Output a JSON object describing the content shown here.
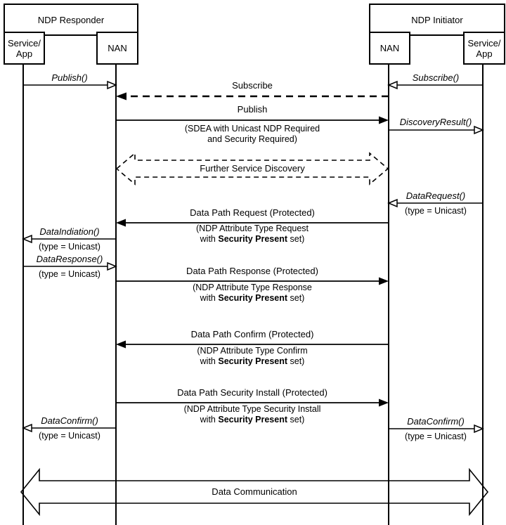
{
  "colors": {
    "line": "#000000",
    "background": "#ffffff"
  },
  "actors": {
    "responder": {
      "title": "NDP Responder",
      "service_app": "Service/\nApp",
      "nan": "NAN"
    },
    "initiator": {
      "title": "NDP Initiator",
      "nan": "NAN",
      "service_app": "Service/\nApp"
    }
  },
  "shared": {
    "type_unicast": "(type = Unicast)",
    "security_pre": "with ",
    "security_bold": "Security Present",
    "security_post": " set)"
  },
  "messages": {
    "publish_call": "Publish()",
    "subscribe_call": "Subscribe()",
    "subscribe": "Subscribe",
    "publish": "Publish",
    "publish_detail": "(SDEA with Unicast NDP Required\nand Security Required)",
    "discovery_result": "DiscoveryResult()",
    "further_service_discovery": "Further Service Discovery",
    "data_request": "DataRequest()",
    "data_path_request": "Data Path Request (Protected)",
    "data_path_request_detail": "(NDP Attribute Type Request",
    "data_indiation": "DataIndiation()",
    "data_response": "DataResponse()",
    "data_path_response": "Data Path Response (Protected)",
    "data_path_response_detail": "(NDP Attribute Type Response",
    "data_path_confirm": "Data Path Confirm (Protected)",
    "data_path_confirm_detail": "(NDP Attribute Type Confirm",
    "data_path_security_install": "Data Path Security Install (Protected)",
    "data_path_security_install_detail": "(NDP Attribute Type Security Install",
    "data_confirm": "DataConfirm()",
    "data_communication": "Data Communication"
  }
}
